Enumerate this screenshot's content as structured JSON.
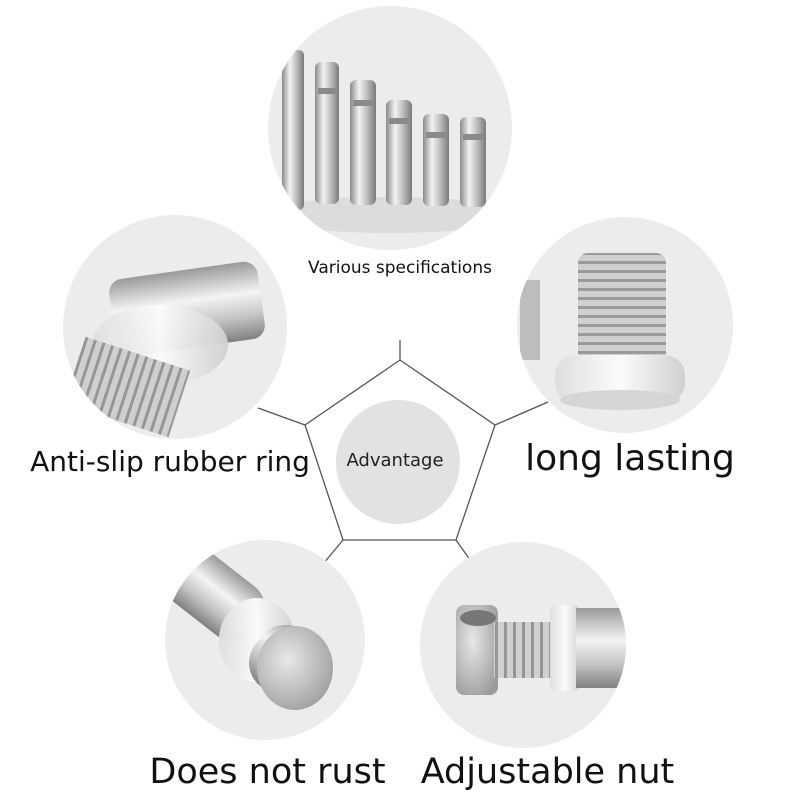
{
  "center_label": "Advantage",
  "features": {
    "top": "Various specifications",
    "left": "Anti-slip rubber ring",
    "right": "long lasting",
    "bottom_left": "Does not rust",
    "bottom_right": "Adjustable nut"
  },
  "colors": {
    "circle_bg": "#ececec",
    "center_disc": "#e2e2e2",
    "lines": "#555555",
    "metal": "#b8b8b8"
  }
}
